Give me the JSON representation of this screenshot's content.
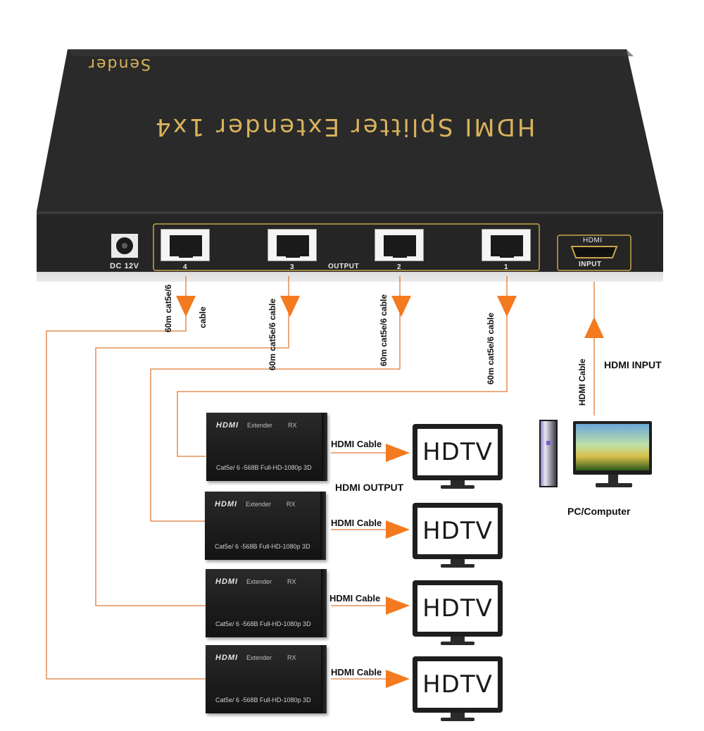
{
  "sender": {
    "brand": "Sender",
    "title": "HDMI Splitter Extender 1x4",
    "power_label": "DC 12V",
    "output_label": "OUTPUT",
    "ports": [
      "4",
      "3",
      "2",
      "1"
    ],
    "hdmi_port_label": "HDMI",
    "input_label": "INPUT"
  },
  "cables": {
    "port4_line1": "60m cat5e/6",
    "port4_line2": "cable",
    "port3": "60m cat5e/6 cable",
    "port2": "60m cat5e/6 cable",
    "port1": "60m cat5e/6 cable",
    "hdmi_input_cable": "HDMI Cable"
  },
  "labels": {
    "hdmi_input": "HDMI INPUT",
    "hdmi_output": "HDMI OUTPUT",
    "pc": "PC/Computer"
  },
  "receivers": [
    {
      "brand": "HDMI",
      "model": "Extender",
      "rx": "RX",
      "spec": "Cat5e/ 6 -568B  Full-HD-1080p 3D",
      "cable": "HDMI Cable",
      "tv": "HDTV"
    },
    {
      "brand": "HDMI",
      "model": "Extender",
      "rx": "RX",
      "spec": "Cat5e/ 6 -568B  Full-HD-1080p 3D",
      "cable": "HDMI Cable",
      "tv": "HDTV"
    },
    {
      "brand": "HDMI",
      "model": "Extender",
      "rx": "RX",
      "spec": "Cat5e/ 6 -568B  Full-HD-1080p 3D",
      "cable": "HDMI Cable",
      "tv": "HDTV"
    },
    {
      "brand": "HDMI",
      "model": "Extender",
      "rx": "RX",
      "spec": "Cat5e/ 6 -568B  Full-HD-1080p 3D",
      "cable": "HDMI Cable",
      "tv": "HDTV"
    }
  ],
  "colors": {
    "cable_line": "#e07b35",
    "arrow": "#f47a20",
    "device_body": "#2b2b2b",
    "gold_print": "#d9b35c"
  }
}
